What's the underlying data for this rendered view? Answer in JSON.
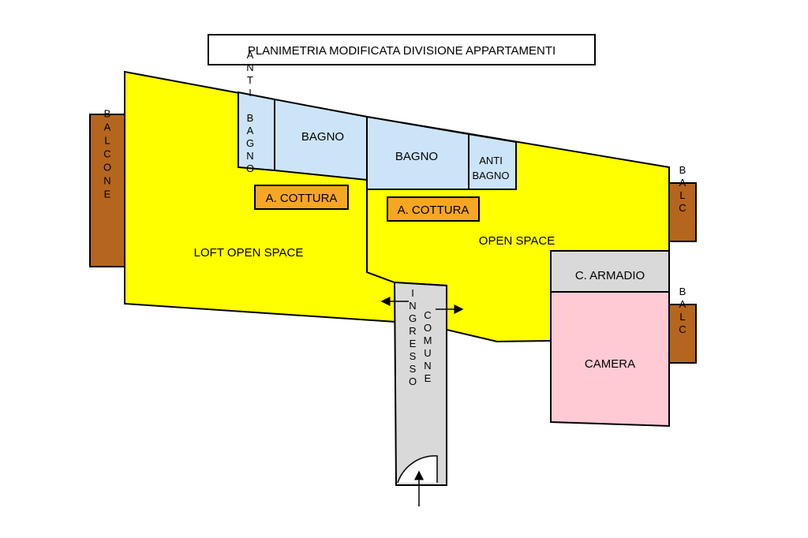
{
  "title": "PLANIMETRIA MODIFICATA DIVISIONE APPARTAMENTI",
  "colors": {
    "open_space": "#ffff00",
    "bathroom": "#cce4f7",
    "bedroom": "#ffcad4",
    "wardrobe": "#d9d9d9",
    "corridor": "#d9d9d9",
    "balcony": "#b5651d",
    "kitchen_tag": "#f5a623",
    "wall": "#000000"
  },
  "rooms": {
    "loft_open_space": "LOFT OPEN SPACE",
    "open_space": "OPEN SPACE",
    "bagno_left": "BAGNO",
    "bagno_right": "BAGNO",
    "antibagno_left": "ANTI BAGNO",
    "antibagno_right_line1": "ANTI",
    "antibagno_right_line2": "BAGNO",
    "cottura_left": "A. COTTURA",
    "cottura_right": "A. COTTURA",
    "armadio": "C. ARMADIO",
    "camera": "CAMERA",
    "balcone_left": "BALCONE",
    "balc_right_top": "BALC",
    "balc_right_bottom": "BALC",
    "ingresso": "INGRESSO",
    "comune": "COMUNE"
  }
}
